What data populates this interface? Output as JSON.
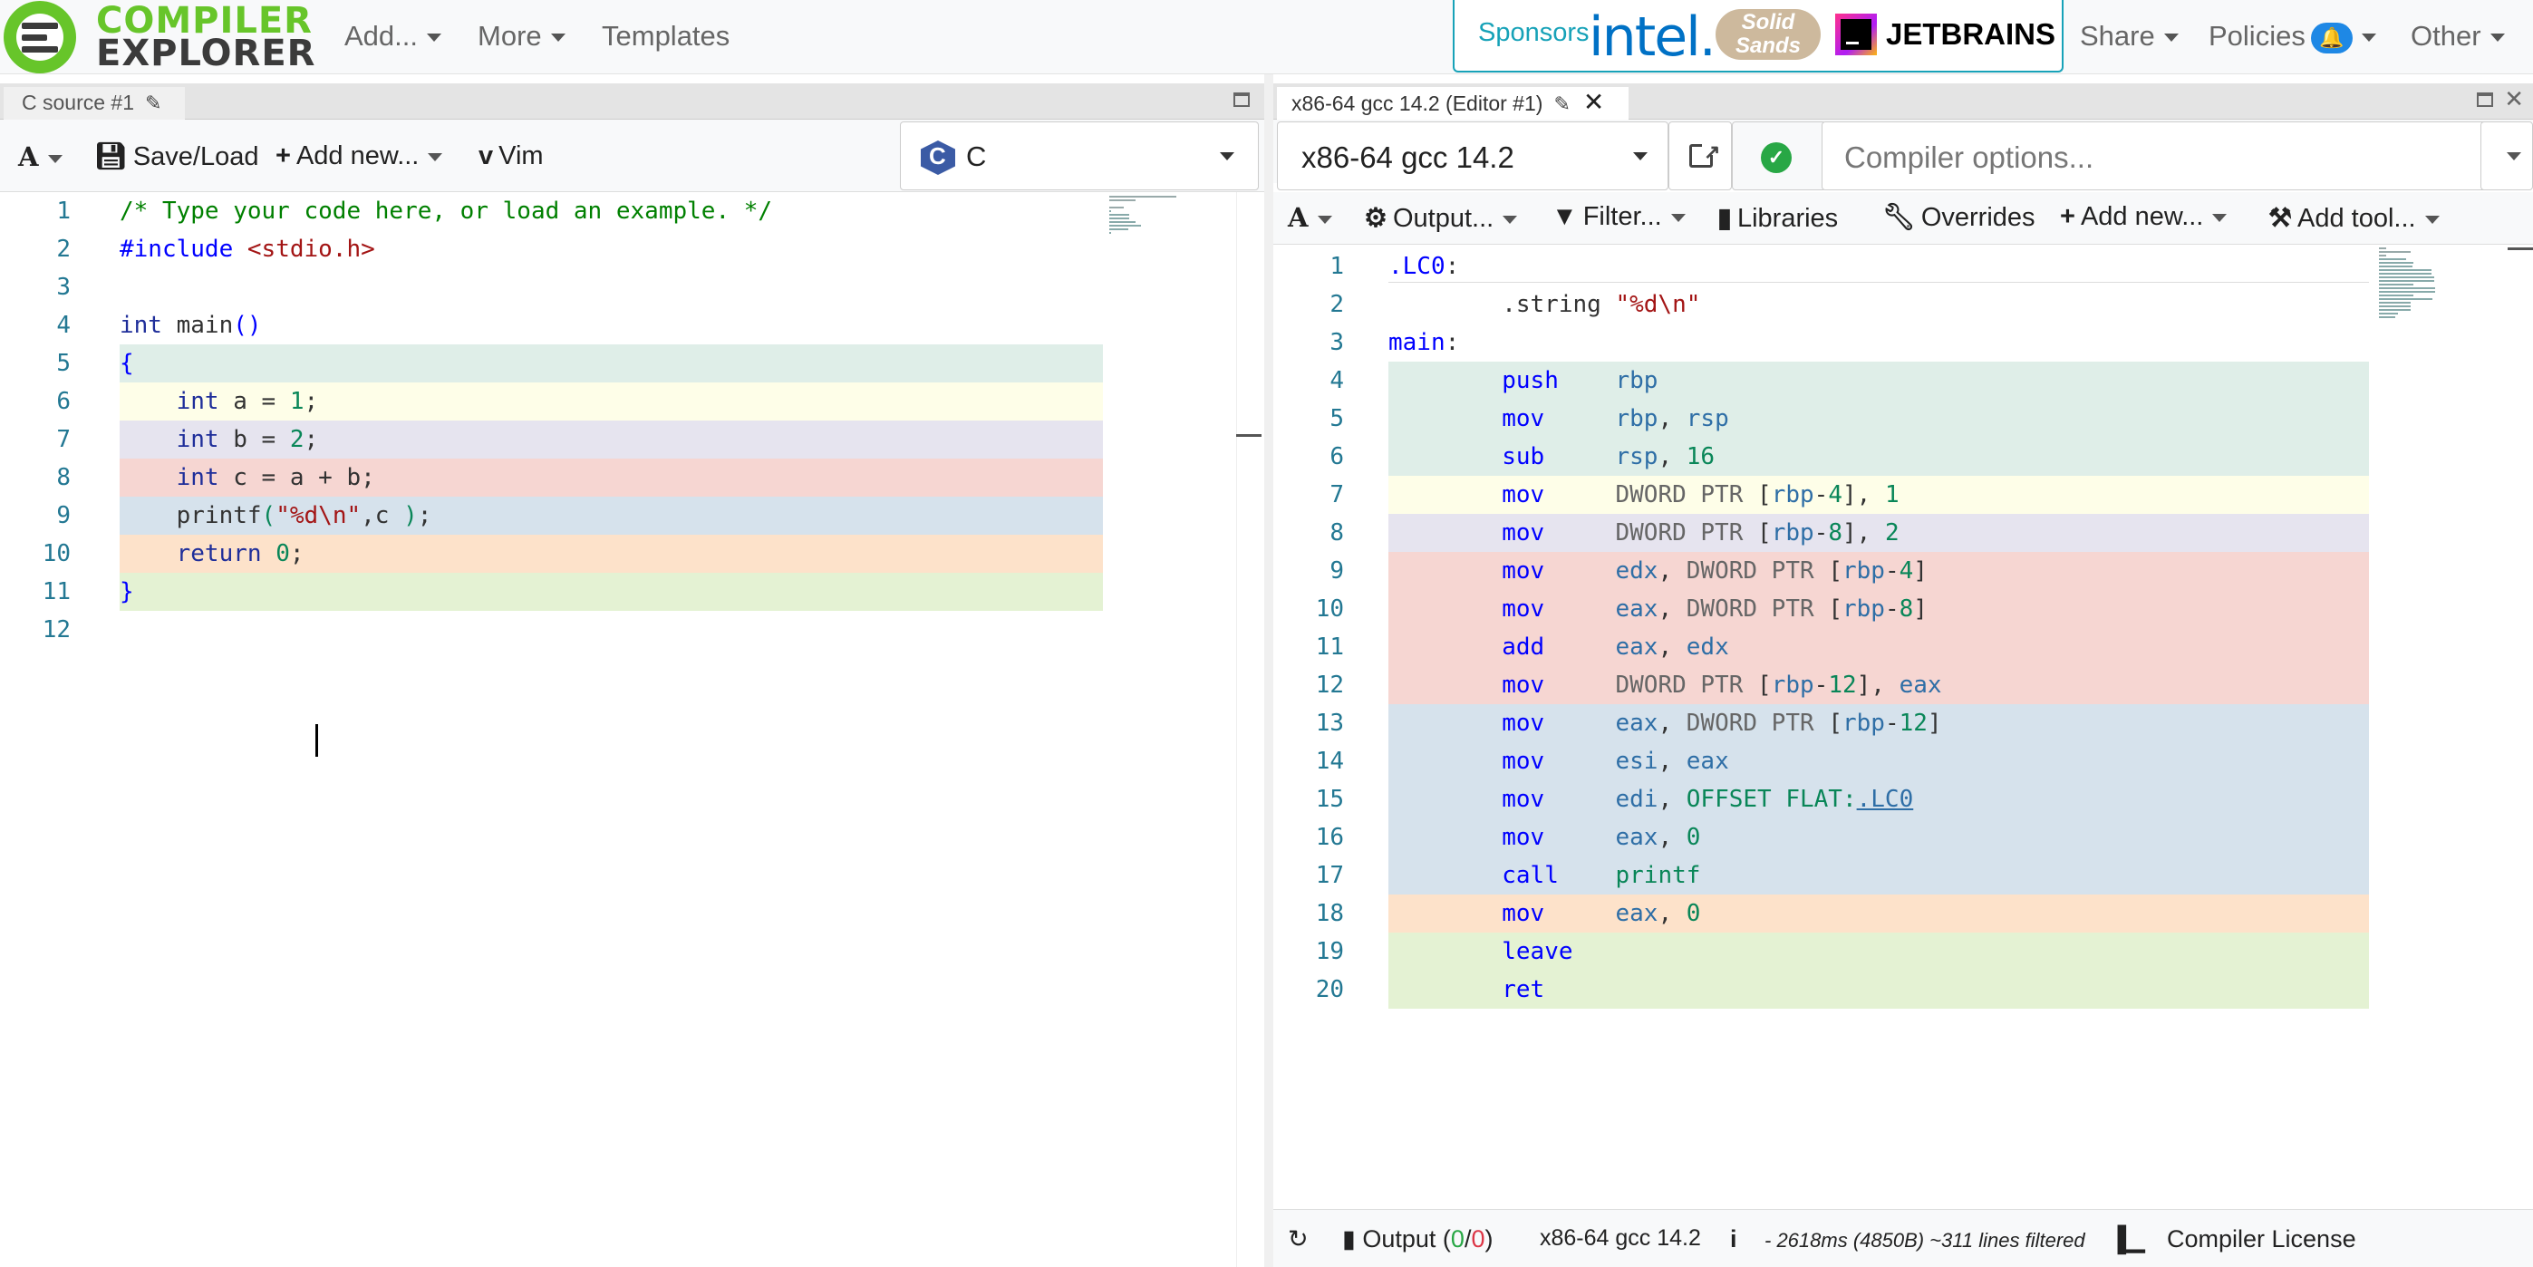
{
  "nav": {
    "logo_line1": "COMPILER",
    "logo_line2": "EXPLORER",
    "add": "Add...",
    "more": "More",
    "templates": "Templates",
    "share": "Share",
    "policies": "Policies",
    "other": "Other"
  },
  "sponsors": {
    "label": "Sponsors",
    "intel": "intel.",
    "solid_line1": "Solid",
    "solid_line2": "Sands",
    "jetbrains": "JETBRAINS"
  },
  "editor": {
    "tab_title": "C source #1",
    "save_load": "Save/Load",
    "add_new": "Add new...",
    "vim": "Vim",
    "language": "C",
    "lines": [
      {
        "n": "1",
        "tokens": [
          [
            "cm",
            "/* Type your code here, or load an example. */"
          ]
        ]
      },
      {
        "n": "2",
        "tokens": [
          [
            "pp",
            "#include"
          ],
          [
            "op",
            " "
          ],
          [
            "str",
            "<stdio.h>"
          ]
        ]
      },
      {
        "n": "3",
        "tokens": []
      },
      {
        "n": "4",
        "tokens": [
          [
            "kwd",
            "int"
          ],
          [
            "op",
            " main"
          ],
          [
            "kw",
            "()"
          ]
        ]
      },
      {
        "n": "5",
        "tokens": [
          [
            "kw",
            "{"
          ]
        ]
      },
      {
        "n": "6",
        "tokens": [
          [
            "op",
            "    "
          ],
          [
            "kwd",
            "int"
          ],
          [
            "op",
            " a = "
          ],
          [
            "num",
            "1"
          ],
          [
            "op",
            ";"
          ]
        ]
      },
      {
        "n": "7",
        "tokens": [
          [
            "op",
            "    "
          ],
          [
            "kwd",
            "int"
          ],
          [
            "op",
            " b = "
          ],
          [
            "num",
            "2"
          ],
          [
            "op",
            ";"
          ]
        ]
      },
      {
        "n": "8",
        "tokens": [
          [
            "op",
            "    "
          ],
          [
            "kwd",
            "int"
          ],
          [
            "op",
            " c = a + b;"
          ]
        ]
      },
      {
        "n": "9",
        "tokens": [
          [
            "op",
            "    printf"
          ],
          [
            "num",
            "("
          ],
          [
            "str",
            "\"%d\\n\""
          ],
          [
            "op",
            ",c "
          ],
          [
            "num",
            ")"
          ],
          [
            "op",
            ";"
          ]
        ]
      },
      {
        "n": "10",
        "tokens": [
          [
            "op",
            "    "
          ],
          [
            "kwd",
            "return"
          ],
          [
            "op",
            " "
          ],
          [
            "num",
            "0"
          ],
          [
            "op",
            ";"
          ]
        ]
      },
      {
        "n": "11",
        "tokens": [
          [
            "kw",
            "}"
          ]
        ]
      },
      {
        "n": "12",
        "tokens": []
      }
    ],
    "band_colors": {
      "5": "#dfeee8",
      "6": "#fefee8",
      "7": "#e6e4ef",
      "8": "#f6d6d2",
      "9": "#d6e2ec",
      "10": "#fde2ca",
      "11": "#e4f2d3"
    }
  },
  "compiler": {
    "tab_title": "x86-64 gcc 14.2 (Editor #1)",
    "compiler_name": "x86-64 gcc 14.2",
    "options_placeholder": "Compiler options...",
    "output": "Output...",
    "filter": "Filter...",
    "libraries": "Libraries",
    "overrides": "Overrides",
    "add_new": "Add new...",
    "add_tool": "Add tool...",
    "lines": [
      {
        "n": "1",
        "tokens": [
          [
            "lbl",
            ".LC0"
          ],
          [
            "op",
            ":"
          ]
        ]
      },
      {
        "n": "2",
        "tokens": [
          [
            "op",
            "        .string "
          ],
          [
            "str",
            "\"%d\\n\""
          ]
        ]
      },
      {
        "n": "3",
        "tokens": [
          [
            "lbl",
            "main"
          ],
          [
            "op",
            ":"
          ]
        ]
      },
      {
        "n": "4",
        "tokens": [
          [
            "op",
            "        "
          ],
          [
            "kw",
            "push"
          ],
          [
            "op",
            "    "
          ],
          [
            "reg",
            "rbp"
          ]
        ]
      },
      {
        "n": "5",
        "tokens": [
          [
            "op",
            "        "
          ],
          [
            "kw",
            "mov"
          ],
          [
            "op",
            "     "
          ],
          [
            "reg",
            "rbp"
          ],
          [
            "op",
            ", "
          ],
          [
            "reg",
            "rsp"
          ]
        ]
      },
      {
        "n": "6",
        "tokens": [
          [
            "op",
            "        "
          ],
          [
            "kw",
            "sub"
          ],
          [
            "op",
            "     "
          ],
          [
            "reg",
            "rsp"
          ],
          [
            "op",
            ", "
          ],
          [
            "num",
            "16"
          ]
        ]
      },
      {
        "n": "7",
        "tokens": [
          [
            "op",
            "        "
          ],
          [
            "kw",
            "mov"
          ],
          [
            "op",
            "     "
          ],
          [
            "ptr",
            "DWORD PTR "
          ],
          [
            "op",
            "["
          ],
          [
            "reg",
            "rbp"
          ],
          [
            "op",
            "-"
          ],
          [
            "num",
            "4"
          ],
          [
            "op",
            "], "
          ],
          [
            "num",
            "1"
          ]
        ]
      },
      {
        "n": "8",
        "tokens": [
          [
            "op",
            "        "
          ],
          [
            "kw",
            "mov"
          ],
          [
            "op",
            "     "
          ],
          [
            "ptr",
            "DWORD PTR "
          ],
          [
            "op",
            "["
          ],
          [
            "reg",
            "rbp"
          ],
          [
            "op",
            "-"
          ],
          [
            "num",
            "8"
          ],
          [
            "op",
            "], "
          ],
          [
            "num",
            "2"
          ]
        ]
      },
      {
        "n": "9",
        "tokens": [
          [
            "op",
            "        "
          ],
          [
            "kw",
            "mov"
          ],
          [
            "op",
            "     "
          ],
          [
            "reg",
            "edx"
          ],
          [
            "op",
            ", "
          ],
          [
            "ptr",
            "DWORD PTR "
          ],
          [
            "op",
            "["
          ],
          [
            "reg",
            "rbp"
          ],
          [
            "op",
            "-"
          ],
          [
            "num",
            "4"
          ],
          [
            "op",
            "]"
          ]
        ]
      },
      {
        "n": "10",
        "tokens": [
          [
            "op",
            "        "
          ],
          [
            "kw",
            "mov"
          ],
          [
            "op",
            "     "
          ],
          [
            "reg",
            "eax"
          ],
          [
            "op",
            ", "
          ],
          [
            "ptr",
            "DWORD PTR "
          ],
          [
            "op",
            "["
          ],
          [
            "reg",
            "rbp"
          ],
          [
            "op",
            "-"
          ],
          [
            "num",
            "8"
          ],
          [
            "op",
            "]"
          ]
        ]
      },
      {
        "n": "11",
        "tokens": [
          [
            "op",
            "        "
          ],
          [
            "kw",
            "add"
          ],
          [
            "op",
            "     "
          ],
          [
            "reg",
            "eax"
          ],
          [
            "op",
            ", "
          ],
          [
            "reg",
            "edx"
          ]
        ]
      },
      {
        "n": "12",
        "tokens": [
          [
            "op",
            "        "
          ],
          [
            "kw",
            "mov"
          ],
          [
            "op",
            "     "
          ],
          [
            "ptr",
            "DWORD PTR "
          ],
          [
            "op",
            "["
          ],
          [
            "reg",
            "rbp"
          ],
          [
            "op",
            "-"
          ],
          [
            "num",
            "12"
          ],
          [
            "op",
            "], "
          ],
          [
            "reg",
            "eax"
          ]
        ]
      },
      {
        "n": "13",
        "tokens": [
          [
            "op",
            "        "
          ],
          [
            "kw",
            "mov"
          ],
          [
            "op",
            "     "
          ],
          [
            "reg",
            "eax"
          ],
          [
            "op",
            ", "
          ],
          [
            "ptr",
            "DWORD PTR "
          ],
          [
            "op",
            "["
          ],
          [
            "reg",
            "rbp"
          ],
          [
            "op",
            "-"
          ],
          [
            "num",
            "12"
          ],
          [
            "op",
            "]"
          ]
        ]
      },
      {
        "n": "14",
        "tokens": [
          [
            "op",
            "        "
          ],
          [
            "kw",
            "mov"
          ],
          [
            "op",
            "     "
          ],
          [
            "reg",
            "esi"
          ],
          [
            "op",
            ", "
          ],
          [
            "reg",
            "eax"
          ]
        ]
      },
      {
        "n": "15",
        "tokens": [
          [
            "op",
            "        "
          ],
          [
            "kw",
            "mov"
          ],
          [
            "op",
            "     "
          ],
          [
            "reg",
            "edi"
          ],
          [
            "op",
            ", "
          ],
          [
            "num",
            "OFFSET FLAT:"
          ],
          [
            "link",
            ".LC0"
          ]
        ]
      },
      {
        "n": "16",
        "tokens": [
          [
            "op",
            "        "
          ],
          [
            "kw",
            "mov"
          ],
          [
            "op",
            "     "
          ],
          [
            "reg",
            "eax"
          ],
          [
            "op",
            ", "
          ],
          [
            "num",
            "0"
          ]
        ]
      },
      {
        "n": "17",
        "tokens": [
          [
            "op",
            "        "
          ],
          [
            "kw",
            "call"
          ],
          [
            "op",
            "    "
          ],
          [
            "num",
            "printf"
          ]
        ]
      },
      {
        "n": "18",
        "tokens": [
          [
            "op",
            "        "
          ],
          [
            "kw",
            "mov"
          ],
          [
            "op",
            "     "
          ],
          [
            "reg",
            "eax"
          ],
          [
            "op",
            ", "
          ],
          [
            "num",
            "0"
          ]
        ]
      },
      {
        "n": "19",
        "tokens": [
          [
            "op",
            "        "
          ],
          [
            "kw",
            "leave"
          ]
        ]
      },
      {
        "n": "20",
        "tokens": [
          [
            "op",
            "        "
          ],
          [
            "kw",
            "ret"
          ]
        ]
      }
    ],
    "band_colors": {
      "4": "#dfeee8",
      "5": "#dfeee8",
      "6": "#dfeee8",
      "7": "#fefee8",
      "8": "#e6e4ef",
      "9": "#f6d6d2",
      "10": "#f6d6d2",
      "11": "#f6d6d2",
      "12": "#f6d6d2",
      "13": "#d6e2ec",
      "14": "#d6e2ec",
      "15": "#d6e2ec",
      "16": "#d6e2ec",
      "17": "#d6e2ec",
      "18": "#fde2ca",
      "19": "#e4f2d3",
      "20": "#e4f2d3"
    }
  },
  "status": {
    "output_label": "Output (",
    "output_ok": "0",
    "output_sep": "/",
    "output_err": "0",
    "output_close": ")",
    "compiler": "x86-64 gcc 14.2",
    "timing": "- 2618ms (4850B) ~311 lines filtered",
    "license": "Compiler License"
  },
  "colors": {
    "brand_green": "#67c52a",
    "sponsor_border": "#17a2b8",
    "ok_green": "#28a745",
    "error_red": "#dc3545"
  }
}
